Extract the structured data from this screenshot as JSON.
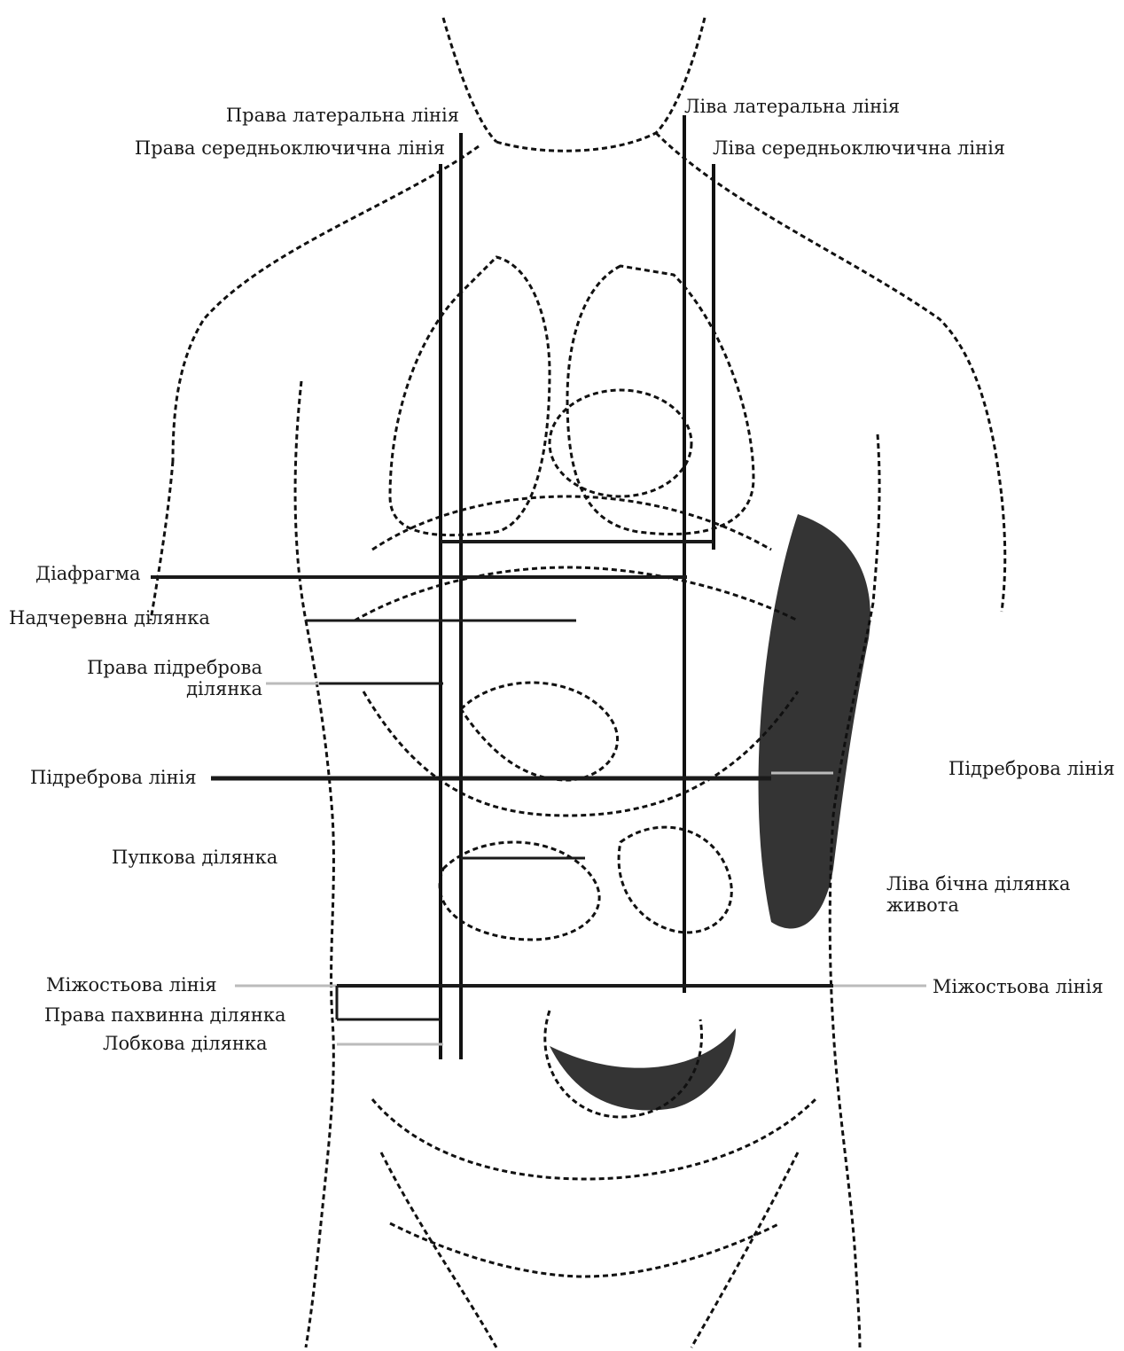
{
  "figure": {
    "labels": {
      "right_lateral_line": "Права латеральна лінія",
      "right_midclavicular_line": "Права середньоключична лінія",
      "left_lateral_line": "Ліва латеральна лінія",
      "left_midclavicular_line": "Ліва середньоключична лінія",
      "diaphragm": "Діафрагма",
      "epigastric_region": "Надчеревна ділянка",
      "right_hypochondriac_region": "Права підреброва\nділянка",
      "subcostal_line_left": "Підреброва лінія",
      "subcostal_line_right": "Підреброва лінія",
      "umbilical_region": "Пупкова ділянка",
      "left_lateral_abdominal_region": "Ліва бічна ділянка\nживота",
      "intertubercular_line_left": "Міжостьова лінія",
      "intertubercular_line_right": "Міжостьова лінія",
      "right_inguinal_region": "Права пахвинна ділянка",
      "pubic_region": "Лобкова ділянка"
    },
    "colors": {
      "ink": "#111111",
      "leader_dark": "#1a1a1a",
      "leader_gray": "#bbbbbb",
      "background": "#ffffff"
    }
  }
}
